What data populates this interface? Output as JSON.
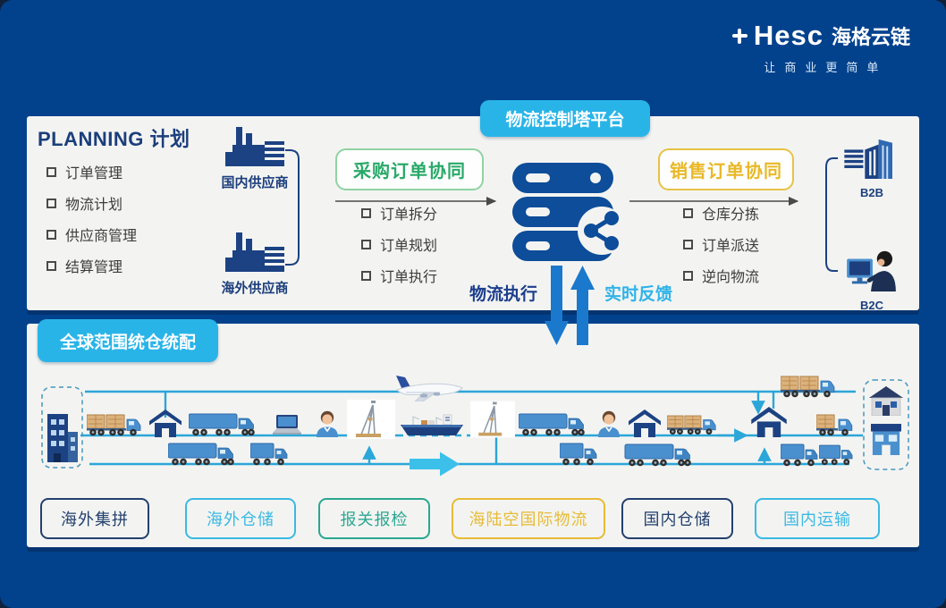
{
  "brand": {
    "name": "Hesc",
    "cjk": "海格云链",
    "tagline": "让商业更简单"
  },
  "planning": {
    "title_en": "PLANNING",
    "title_cjk": "计划",
    "items": [
      "订单管理",
      "物流计划",
      "供应商管理",
      "结算管理"
    ],
    "supplier_domestic": "国内供应商",
    "supplier_overseas": "海外供应商"
  },
  "platform": {
    "badge": "物流控制塔平台"
  },
  "purchase": {
    "title": "采购订单协同",
    "items": [
      "订单拆分",
      "订单规划",
      "订单执行"
    ]
  },
  "sales": {
    "title": "销售订单协同",
    "items": [
      "仓库分拣",
      "订单派送",
      "逆向物流"
    ]
  },
  "channels": {
    "b2b": "B2B",
    "b2c": "B2C"
  },
  "flow": {
    "execute": "物流执行",
    "feedback": "实时反馈"
  },
  "global": {
    "badge": "全球范围统仓统配",
    "services": [
      {
        "label": "海外集拼",
        "color": "#24406e"
      },
      {
        "label": "海外仓储",
        "color": "#3bb9e3"
      },
      {
        "label": "报关报检",
        "color": "#2aa790"
      },
      {
        "label": "海陆空国际物流",
        "color": "#e7bb35"
      },
      {
        "label": "国内仓储",
        "color": "#24406e"
      },
      {
        "label": "国内运输",
        "color": "#3bb9e3"
      }
    ]
  },
  "colors": {
    "background": "#02428d",
    "panel": "#f3f4f2",
    "accent_cyan": "#29b4e8",
    "navy": "#1c3e7c",
    "green": "#29a968",
    "gold": "#e9b827",
    "line_cyan": "#2ba6d8",
    "arrow_blue": "#1b79cd"
  }
}
